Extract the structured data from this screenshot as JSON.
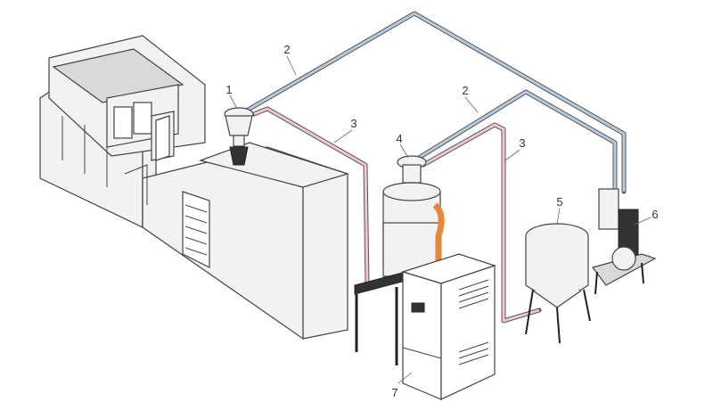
{
  "title": "Plastic drying and conveying system diagram",
  "labels": [
    {
      "id": "label-1",
      "text": "1"
    },
    {
      "id": "label-2a",
      "text": "2"
    },
    {
      "id": "label-2b",
      "text": "2"
    },
    {
      "id": "label-3a",
      "text": "3"
    },
    {
      "id": "label-3b",
      "text": "3"
    },
    {
      "id": "label-4",
      "text": "4"
    },
    {
      "id": "label-5",
      "text": "5"
    },
    {
      "id": "label-6",
      "text": "6"
    },
    {
      "id": "label-7",
      "text": "7"
    }
  ],
  "colors": {
    "material_pipe": "#b8ccd6",
    "air_pipe": "#f1c6cc",
    "flex_hose": "#e8873a"
  }
}
